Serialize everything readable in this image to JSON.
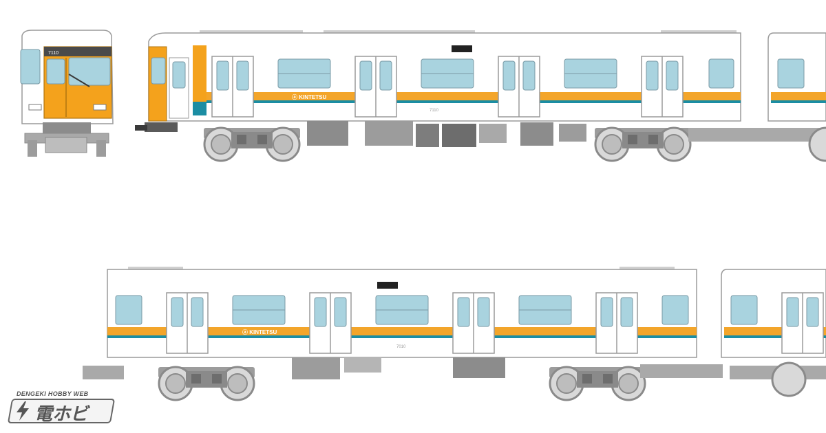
{
  "image": {
    "background": "#ffffff",
    "colors": {
      "body": "#ffffff",
      "outline": "#9a9a9a",
      "window": "#a9d3df",
      "stripe_orange": "#f3a52a",
      "stripe_blue": "#1b8da3",
      "cab_orange": "#f4a21c",
      "underframe": "#7d7d7d",
      "bogie": "#8c8c8c"
    },
    "livery_text": "ⓐ KINTETSU",
    "car_number_upper": "7110",
    "car_number_lower": "7010",
    "watermark": {
      "top_line": "DENGEKI HOBBY WEB",
      "main": "電ホビ"
    }
  }
}
